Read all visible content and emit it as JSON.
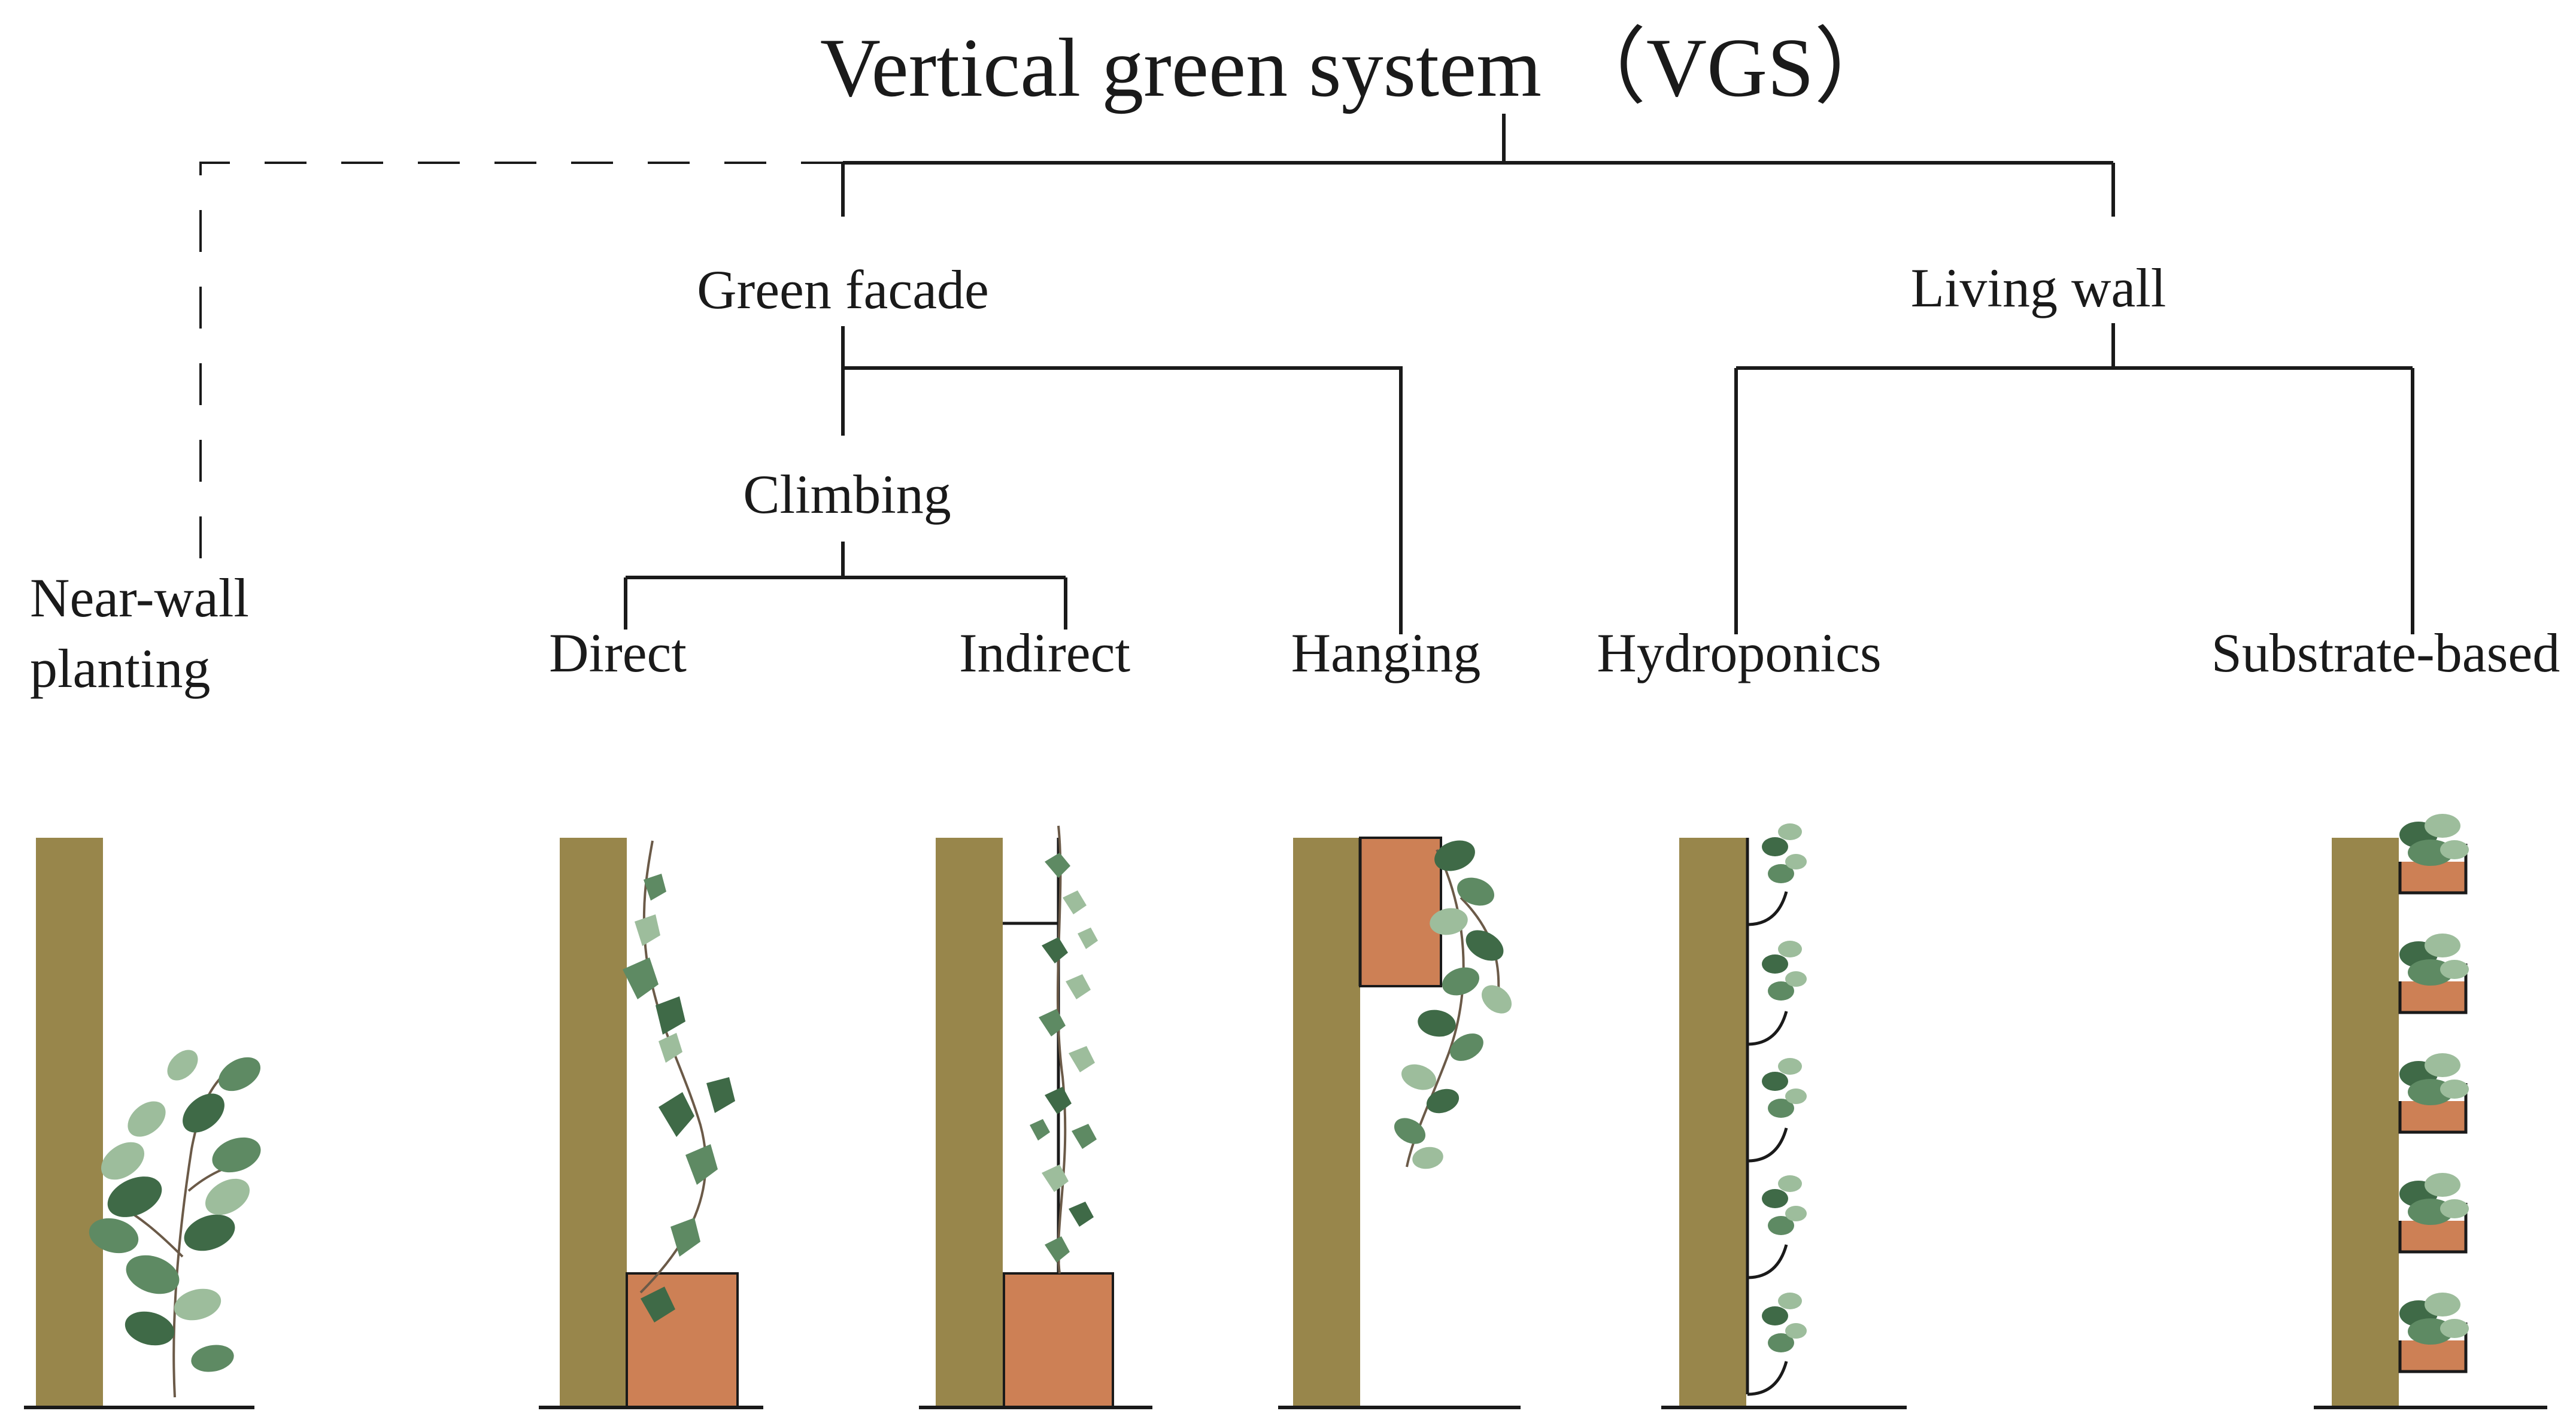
{
  "diagram": {
    "title": "Vertical green system （VGS）",
    "nodes": {
      "green_facade": "Green facade",
      "living_wall": "Living wall",
      "climbing": "Climbing",
      "near_wall_line1": "Near-wall",
      "near_wall_line2": "planting",
      "direct": "Direct",
      "indirect": "Indirect",
      "hanging": "Hanging",
      "hydroponics": "Hydroponics",
      "substrate_based": "Substrate-based"
    },
    "colors": {
      "wall": "#98864b",
      "soil": "#cd8055",
      "leaf_dark": "#3f6a47",
      "leaf_mid": "#5e8a63",
      "leaf_light": "#9dbd9c",
      "line": "#1a1a1a"
    }
  }
}
